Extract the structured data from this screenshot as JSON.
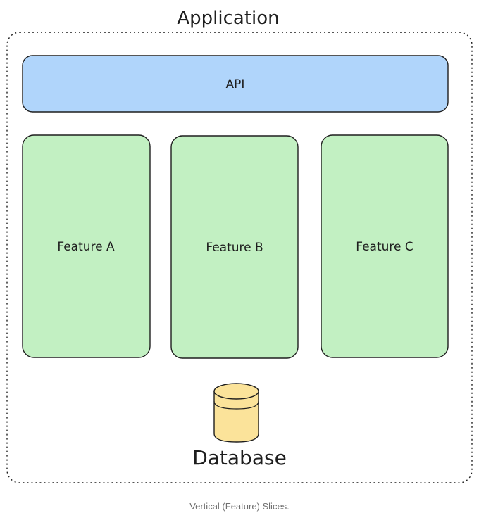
{
  "diagram": {
    "container_label": "Application",
    "api_label": "API",
    "features": [
      {
        "label": "Feature A"
      },
      {
        "label": "Feature B"
      },
      {
        "label": "Feature C"
      }
    ],
    "database_label": "Database",
    "caption": "Vertical (Feature) Slices."
  },
  "colors": {
    "api_fill": "#b0d5fb",
    "feature_fill": "#c2f0c2",
    "database_fill": "#fbe39a",
    "stroke": "#1e1e1e",
    "caption_text": "#6f6f6f"
  }
}
